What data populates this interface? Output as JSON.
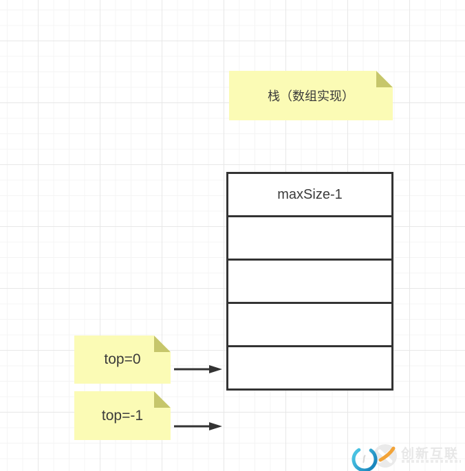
{
  "diagram": {
    "title_note": {
      "text": "栈（数组实现）"
    },
    "stack": {
      "cells": [
        {
          "label": "maxSize-1"
        },
        {
          "label": ""
        },
        {
          "label": ""
        },
        {
          "label": ""
        },
        {
          "label": ""
        }
      ]
    },
    "pointer_notes": [
      {
        "text": "top=0"
      },
      {
        "text": "top=-1"
      }
    ]
  },
  "watermark": {
    "brand": "创新互联"
  },
  "colors": {
    "note_fill": "#fbfbb5",
    "note_fold": "#c6c66b",
    "shape_border": "#333333",
    "arrow": "#333333",
    "text": "#3a3a3a",
    "grid_minor": "#f4f4f4",
    "grid_major": "#e7e7e7",
    "watermark_gray": "#e7e7e7",
    "watermark_orange": "#f2a338",
    "chat_ring_top": "#49c2e2",
    "chat_ring_bottom": "#1a86bd"
  }
}
